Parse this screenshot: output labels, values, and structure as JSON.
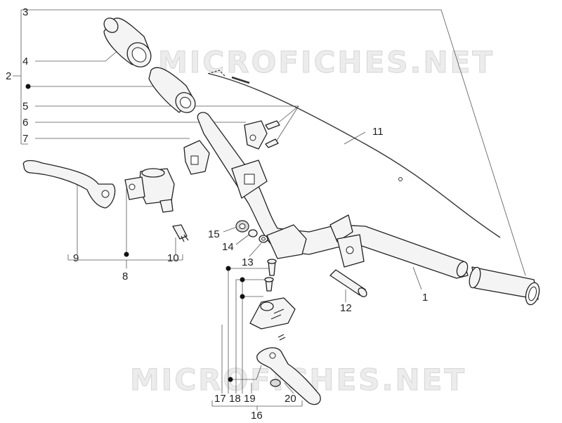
{
  "watermarks": [
    "MICROFICHES.NET",
    "MICROFICHES.NET"
  ],
  "callouts": [
    {
      "label": "1"
    },
    {
      "label": "2"
    },
    {
      "label": "3"
    },
    {
      "label": "4"
    },
    {
      "label": "5"
    },
    {
      "label": "6"
    },
    {
      "label": "7"
    },
    {
      "label": "8"
    },
    {
      "label": "9"
    },
    {
      "label": "10"
    },
    {
      "label": "11"
    },
    {
      "label": "12"
    },
    {
      "label": "13"
    },
    {
      "label": "14"
    },
    {
      "label": "15"
    },
    {
      "label": "16"
    },
    {
      "label": "17"
    },
    {
      "label": "18"
    },
    {
      "label": "19"
    },
    {
      "label": "20"
    }
  ]
}
